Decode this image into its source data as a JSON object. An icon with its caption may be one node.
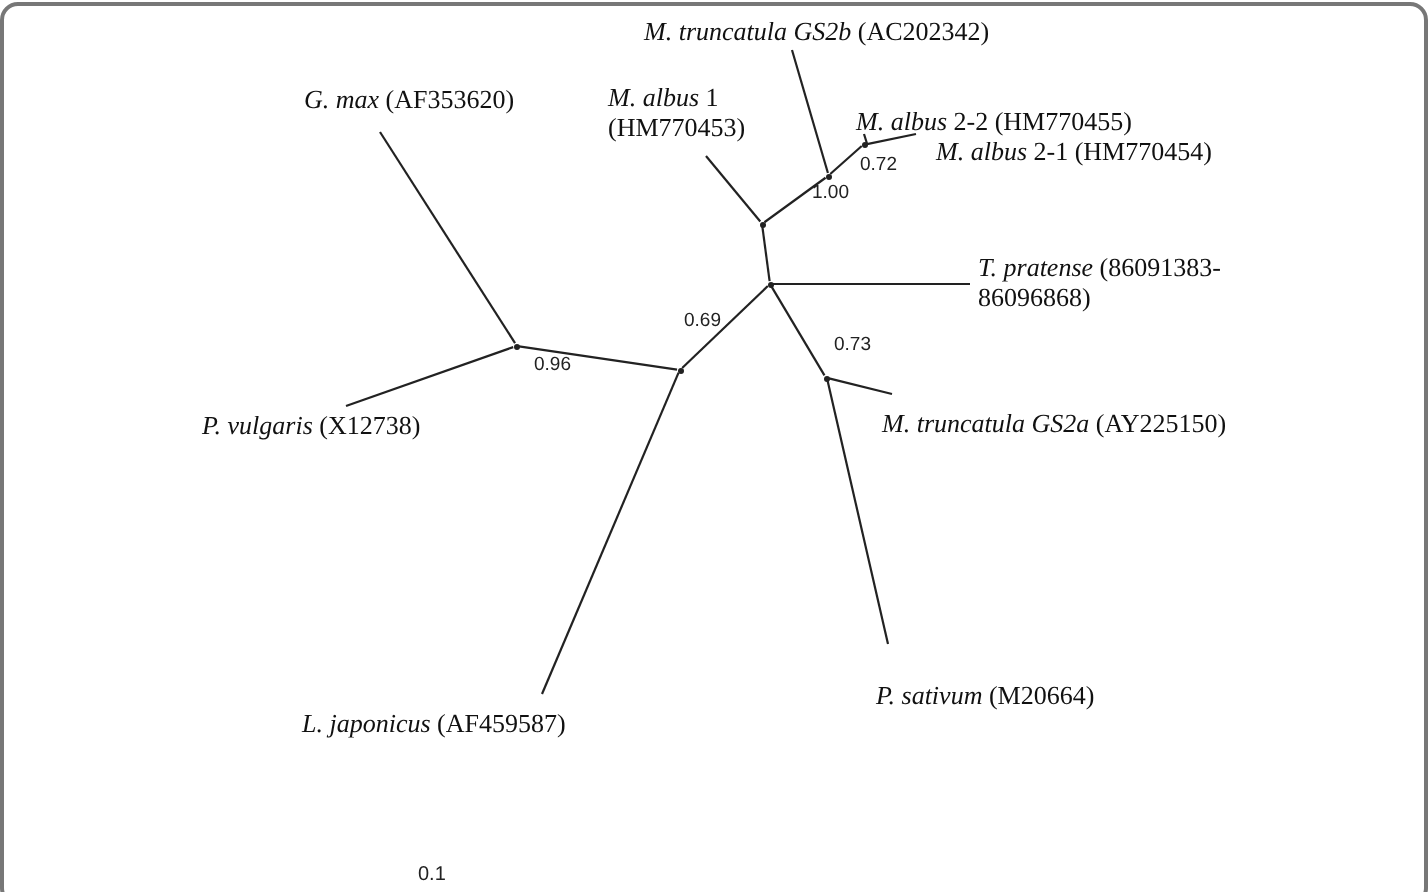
{
  "diagram": {
    "nodes": [
      {
        "text": [
          "*M. truncatula GS2b* (AC202342)"
        ]
      },
      {
        "text": [
          "*G. max* (AF353620)"
        ]
      },
      {
        "text": [
          "*M. albus* 1 (HM770453)"
        ]
      },
      {
        "text": [
          "*M. albus* 2-2 (HM770455)"
        ]
      },
      {
        "text": [
          "*M. albus* 2-1 (HM770454)"
        ]
      },
      {
        "text": [],
        "shape": "point",
        "beside": [
          "0.72"
        ]
      },
      {
        "text": [],
        "shape": "point",
        "beside": [
          "1.00"
        ]
      },
      {
        "text": [],
        "shape": "point"
      },
      {
        "text": [
          "*T. pratense* (86091383- 86096868)"
        ]
      },
      {
        "text": [],
        "shape": "point"
      },
      {
        "text": [],
        "shape": "point",
        "beside": [
          "0.69"
        ]
      },
      {
        "text": [],
        "shape": "point",
        "beside": [
          "0.73"
        ]
      },
      {
        "text": [],
        "shape": "point",
        "beside": [
          "0.96"
        ]
      },
      {
        "text": [
          "*P. vulgaris* (X12738)"
        ]
      },
      {
        "text": [
          "*M. truncatula GS2a* (AY225150)"
        ]
      },
      {
        "text": [
          "*P.  sativum* (M20664)"
        ]
      },
      {
        "text": [
          "*L. japonicus* (AF459587)"
        ]
      }
    ],
    "edges": [
      {
        "from": 9,
        "to": 7,
        "arrow": "none"
      },
      {
        "from": 7,
        "to": 2,
        "arrow": "none"
      },
      {
        "from": 7,
        "to": 6,
        "arrow": "none"
      },
      {
        "from": 6,
        "to": 0,
        "arrow": "none"
      },
      {
        "from": 6,
        "to": 5,
        "arrow": "none"
      },
      {
        "from": 5,
        "to": 3,
        "arrow": "none"
      },
      {
        "from": 5,
        "to": 4,
        "arrow": "none"
      },
      {
        "from": 9,
        "to": 8,
        "arrow": "none"
      },
      {
        "from": 9,
        "to": 11,
        "arrow": "none"
      },
      {
        "from": 11,
        "to": 14,
        "arrow": "none"
      },
      {
        "from": 11,
        "to": 15,
        "arrow": "none"
      },
      {
        "from": 9,
        "to": 10,
        "arrow": "none"
      },
      {
        "from": 10,
        "to": 12,
        "arrow": "none"
      },
      {
        "from": 12,
        "to": 1,
        "arrow": "none"
      },
      {
        "from": 12,
        "to": 13,
        "arrow": "none"
      },
      {
        "from": 10,
        "to": 16,
        "arrow": "none"
      }
    ],
    "labels": [
      "0.1"
    ]
  }
}
